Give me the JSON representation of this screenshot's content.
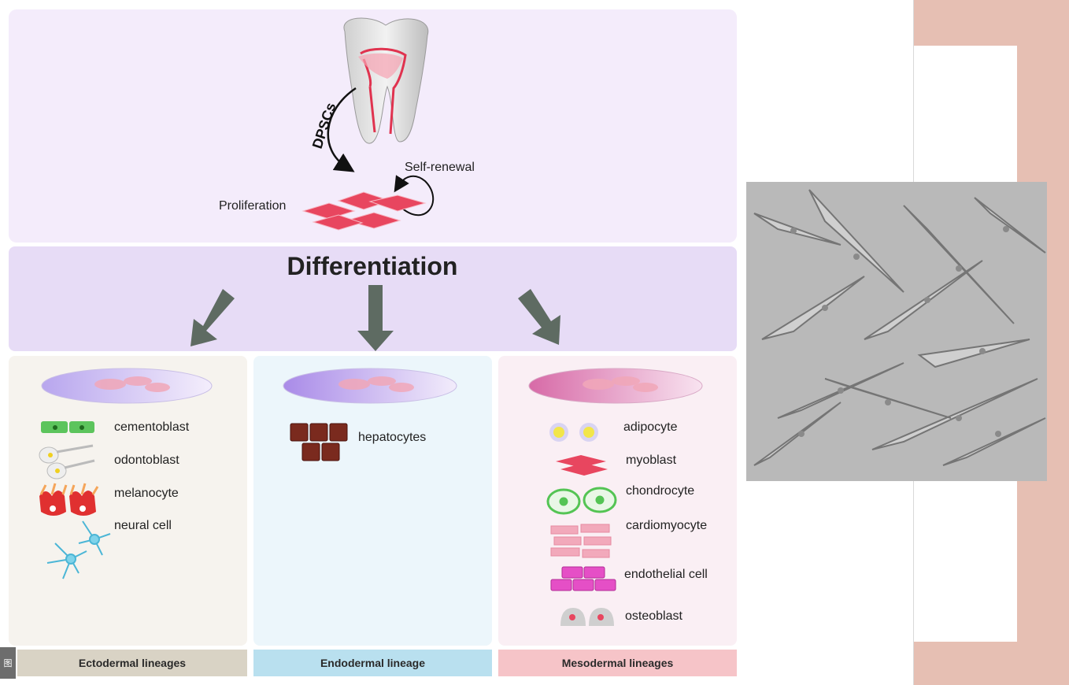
{
  "top": {
    "dpscs_label": "DPSCs",
    "self_renewal": "Self-renewal",
    "proliferation": "Proliferation"
  },
  "differentiation_title": "Differentiation",
  "ectodermal": {
    "bar_label": "Ectodermal lineages",
    "cells": [
      "cementoblast",
      "odontoblast",
      "melanocyte",
      "neural cell"
    ]
  },
  "endodermal": {
    "bar_label": "Endodermal lineage",
    "cells": [
      "hepatocytes"
    ]
  },
  "mesodermal": {
    "bar_label": "Mesodermal lineages",
    "cells": [
      "adipocyte",
      "myoblast",
      "chondrocyte",
      "cardiomyocyte",
      "endothelial cell",
      "osteoblast"
    ]
  },
  "corner_icon_glyph": "图",
  "colors": {
    "arrow": "#5e6b62",
    "cell_pink": "#e8465f",
    "hepatocyte": "#7a2a1e",
    "deco_pink": "#e6bfb3"
  },
  "icons": [
    "tooth-icon",
    "micrograph-image"
  ]
}
